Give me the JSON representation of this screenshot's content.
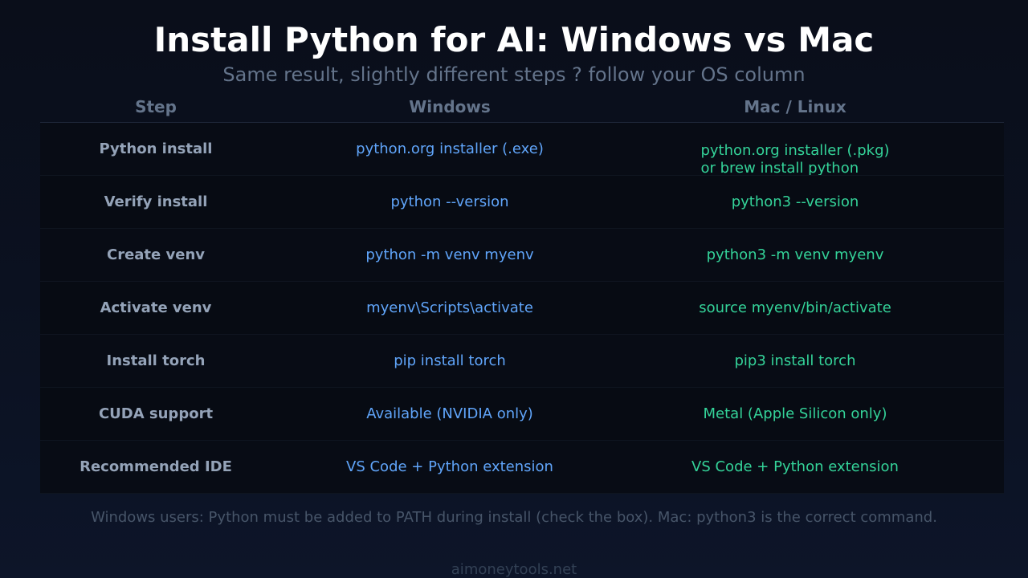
{
  "title": "Install Python for AI: Windows vs Mac",
  "subtitle": "Same result, slightly different steps ? follow your OS column",
  "table": {
    "headers": [
      "Step",
      "Windows",
      "Mac / Linux"
    ],
    "rows": [
      {
        "step": "Python install",
        "windows": "python.org installer (.exe)",
        "mac": "python.org installer (.pkg)\nor brew install python"
      },
      {
        "step": "Verify install",
        "windows": "python --version",
        "mac": "python3 --version"
      },
      {
        "step": "Create venv",
        "windows": "python -m venv myenv",
        "mac": "python3 -m venv myenv"
      },
      {
        "step": "Activate venv",
        "windows": "myenv\\Scripts\\activate",
        "mac": "source myenv/bin/activate"
      },
      {
        "step": "Install torch",
        "windows": "pip install torch",
        "mac": "pip3 install torch"
      },
      {
        "step": "CUDA support",
        "windows": "Available (NVIDIA only)",
        "mac": "Metal (Apple Silicon only)"
      },
      {
        "step": "Recommended IDE",
        "windows": "VS Code + Python extension",
        "mac": "VS Code + Python extension"
      }
    ]
  },
  "note": "Windows users: Python must be added to PATH during install (check the box). Mac: python3 is the correct command.",
  "brand": "aimoneytools.net",
  "colors": {
    "windows": "#60a5fa",
    "mac": "#34d399",
    "step": "#94a3b8"
  }
}
